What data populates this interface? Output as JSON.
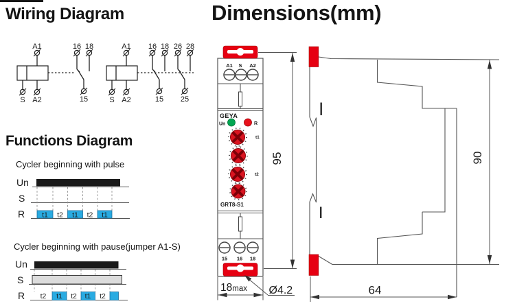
{
  "titles": {
    "wiring": "Wiring Diagram",
    "functions": "Functions Diagram",
    "dimensions": "Dimensions(mm)"
  },
  "wiring": {
    "relay1": {
      "labels": {
        "a1": "A1",
        "s": "S",
        "a2": "A2",
        "c16": "16",
        "c18": "18",
        "c15": "15"
      }
    },
    "relay2": {
      "labels": {
        "a1": "A1",
        "s": "S",
        "a2": "A2",
        "c16": "16",
        "c18": "18",
        "c26": "26",
        "c28": "28",
        "c15": "15",
        "c25": "25"
      }
    }
  },
  "chart_data": [
    {
      "type": "timing",
      "title": "Cycler beginning with pulse",
      "signals": [
        {
          "name": "Un",
          "kind": "supply-bar",
          "state": "on"
        },
        {
          "name": "S",
          "kind": "control-input",
          "state": "off"
        },
        {
          "name": "R",
          "kind": "relay-output",
          "segments": [
            {
              "label": "t1",
              "state": "on"
            },
            {
              "label": "t2",
              "state": "off"
            },
            {
              "label": "t1",
              "state": "on"
            },
            {
              "label": "t2",
              "state": "off"
            },
            {
              "label": "t1",
              "state": "on"
            }
          ]
        }
      ]
    },
    {
      "type": "timing",
      "title": "Cycler beginning with pause(jumper A1-S)",
      "signals": [
        {
          "name": "Un",
          "kind": "supply-bar",
          "state": "on"
        },
        {
          "name": "S",
          "kind": "control-input",
          "state": "on"
        },
        {
          "name": "R",
          "kind": "relay-output",
          "segments": [
            {
              "label": "t2",
              "state": "off"
            },
            {
              "label": "t1",
              "state": "on"
            },
            {
              "label": "t2",
              "state": "off"
            },
            {
              "label": "t1",
              "state": "on"
            },
            {
              "label": "t2",
              "state": "off"
            },
            {
              "label": "",
              "state": "on"
            }
          ]
        }
      ]
    }
  ],
  "device": {
    "brand": "GEYA",
    "model": "GRT8-S1",
    "top_terminals": [
      "A1",
      "S",
      "A2"
    ],
    "bottom_terminals": [
      "15",
      "16",
      "18"
    ],
    "led_left_label": "Un",
    "led_right_label": "R",
    "dial1_label": "t1",
    "dial2_label": "t2"
  },
  "dims": {
    "overall_height": "95",
    "body_height": "90",
    "depth": "64",
    "width_value": "18",
    "width_unit": "max",
    "hole_dia": "Ø4.2"
  },
  "colors": {
    "red": "#e60012",
    "blue": "#29abe2",
    "green": "#00a651",
    "led_red": "#e8121c",
    "gray_bar": "#dcdcdc",
    "dark": "#1a1a1a"
  }
}
